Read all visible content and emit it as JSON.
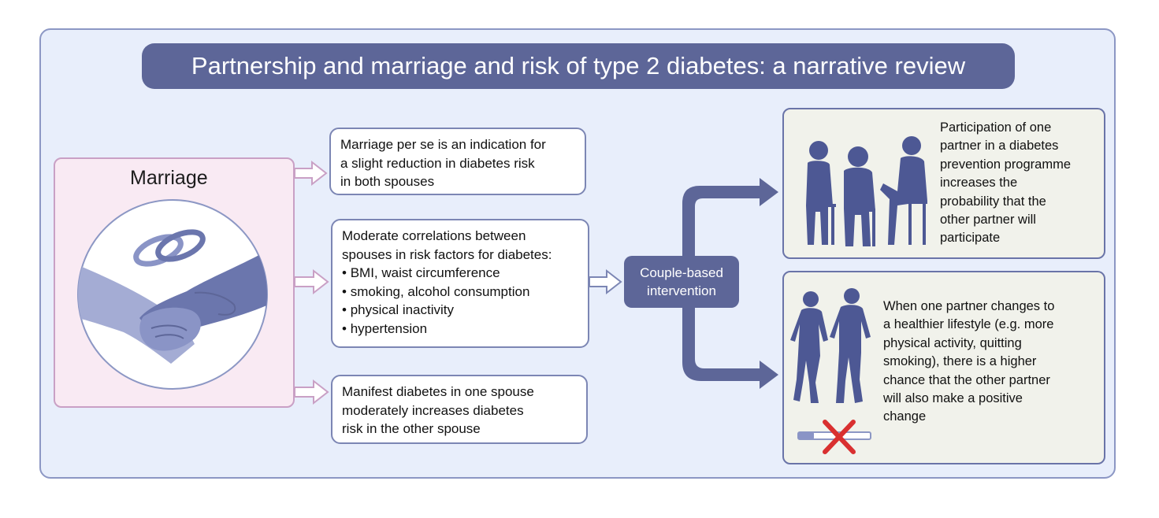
{
  "title": "Partnership and marriage and risk of type 2 diabetes: a narrative review",
  "marriage": {
    "label": "Marriage",
    "icons": [
      "wedding-rings-icon",
      "holding-hands-icon"
    ]
  },
  "findings": {
    "box1": {
      "lines": [
        "Marriage per se is an indication for",
        "a slight reduction in diabetes risk",
        "in both spouses"
      ]
    },
    "box2": {
      "lines": [
        "Moderate correlations between",
        "spouses in risk factors for diabetes:"
      ],
      "bullets": [
        "BMI, waist circumference",
        "smoking, alcohol consumption",
        "physical inactivity",
        "hypertension"
      ]
    },
    "box3": {
      "lines": [
        "Manifest diabetes in one spouse",
        "moderately increases diabetes",
        "risk in the other spouse"
      ]
    }
  },
  "intervention": {
    "lines": [
      "Couple-based",
      "intervention"
    ]
  },
  "outcomes": {
    "box1": {
      "lines": [
        "Participation of one",
        "partner in a diabetes",
        "prevention programme",
        "increases the",
        "probability that the",
        "other partner will",
        "participate"
      ],
      "icon": "seated-group-icon"
    },
    "box2": {
      "lines": [
        "When one partner changes to",
        "a healthier lifestyle (e.g. more",
        "physical activity, quitting",
        "smoking), there is a higher",
        "chance that the other partner",
        "will also make a positive",
        "change"
      ],
      "icons": [
        "running-couple-icon",
        "no-smoking-icon"
      ]
    }
  },
  "colors": {
    "panel_bg": "#e8eefb",
    "accent": "#5d6698",
    "marriage_bg": "#f9eaf3",
    "arrow_pink": "#c9a0c5",
    "silhouette": "#4d5894",
    "cross_red": "#d93030"
  }
}
